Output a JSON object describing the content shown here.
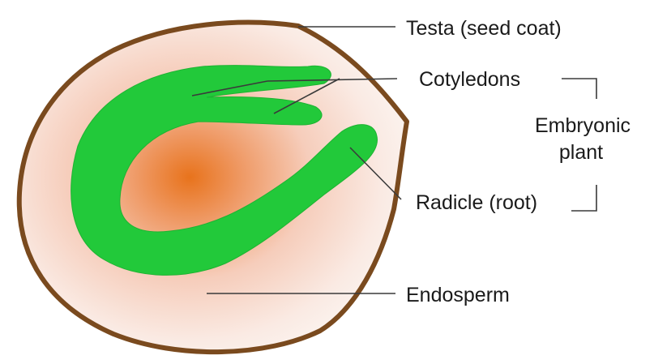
{
  "labels": {
    "testa": "Testa (seed coat)",
    "cotyledons": "Cotyledons",
    "embryonic_line1": "Embryonic",
    "embryonic_line2": "plant",
    "radicle": "Radicle (root)",
    "endosperm": "Endosperm"
  },
  "colors": {
    "seed_coat": "#7a4a1e",
    "endosperm_center": "#e8731c",
    "endosperm_edge": "#fbf3ef",
    "embryo": "#22c93a",
    "embryo_outline": "#1db332",
    "text": "#1a1a1a"
  }
}
